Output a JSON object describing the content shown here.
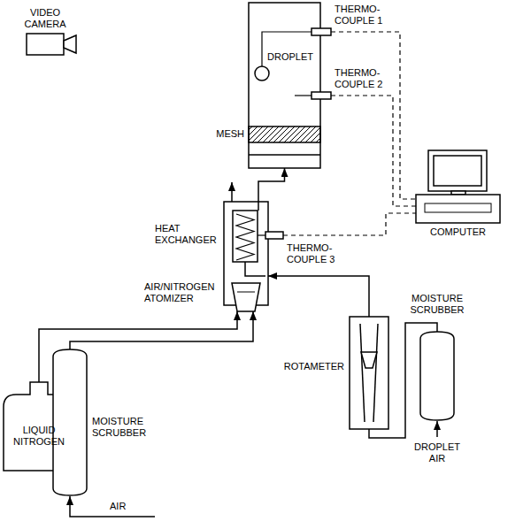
{
  "diagram": {
    "nodes": [
      {
        "text": [
          "VIDEO CAMERA"
        ]
      },
      {
        "text": [
          "DROPLET"
        ]
      },
      {
        "text": [
          "THERMO- COUPLE 1"
        ]
      },
      {
        "text": [
          "THERMO- COUPLE 2"
        ]
      },
      {
        "text": [
          "HEAT EXCHANGER"
        ]
      },
      {
        "text": [
          "THERMO- COUPLE 3"
        ]
      },
      {
        "text": [
          "COMPUTER"
        ]
      },
      {
        "text": [
          "AIR/NITROGEN ATOMIZER"
        ],
        "in": 4
      },
      {
        "text": [
          "ROTAMETER"
        ]
      },
      {
        "text": [
          "MOISTURE SCRUBBER"
        ]
      },
      {
        "text": [
          "LIQUID NITROGEN"
        ]
      },
      {
        "text": [
          "MOISTURE SCRUBBER"
        ]
      }
    ],
    "edges": [
      {
        "from": 4,
        "to": 1,
        "arrow": "to"
      },
      {
        "from": 2,
        "to": 6,
        "arrow": "none"
      },
      {
        "from": 3,
        "to": 6,
        "arrow": "none"
      },
      {
        "from": 5,
        "to": 6,
        "arrow": "none"
      },
      {
        "from": 10,
        "to": 7,
        "arrow": "to"
      },
      {
        "from": 11,
        "to": 7,
        "arrow": "to"
      },
      {
        "from": 8,
        "to": 4,
        "arrow": "to"
      },
      {
        "from": 9,
        "to": 8,
        "arrow": "none"
      }
    ],
    "labels": [
      "MESH",
      "AIR",
      "DROPLET AIR"
    ]
  }
}
